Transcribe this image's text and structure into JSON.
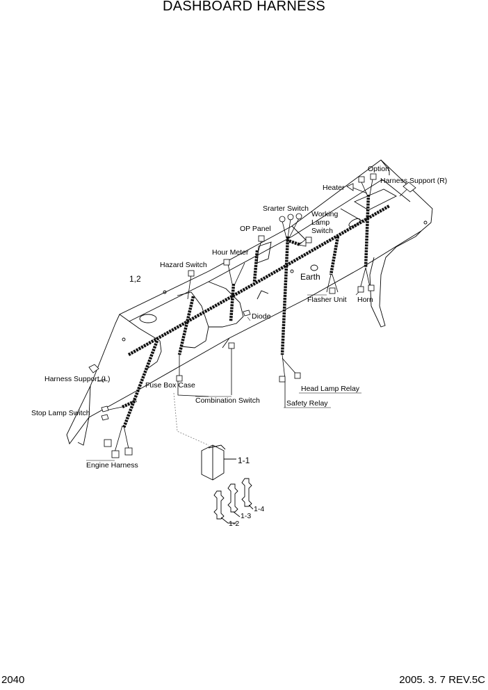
{
  "title": "DASHBOARD HARNESS",
  "labels": {
    "option": "Option",
    "harness_support_r": "Harness Support (R)",
    "heater": "Heater",
    "starter_switch": "Srarter Switch",
    "working_lamp_switch_1": "Working",
    "working_lamp_switch_2": "Lamp",
    "working_lamp_switch_3": "Switch",
    "op_panel": "OP Panel",
    "hour_meter": "Hour Meter",
    "hazard_switch": "Hazard Switch",
    "ref_1_2": "1,2",
    "earth": "Earth",
    "flasher_unit": "Flasher Unit",
    "horn": "Horn",
    "diode": "Diode",
    "harness_support_l": "Harness Support (L)",
    "fuse_box_case": "Fuse Box Case",
    "head_lamp_relay": "Head Lamp Relay",
    "combination_switch": "Combination Switch",
    "safety_relay": "Safety Relay",
    "stop_lamp_switch": "Stop Lamp Switch",
    "engine_harness": "Engine Harness",
    "part_1_1": "1-1",
    "part_1_2": "1-2",
    "part_1_3": "1-3",
    "part_1_4": "1-4"
  },
  "footer": {
    "page": "2040",
    "revision": "2005. 3. 7 REV.5C"
  }
}
